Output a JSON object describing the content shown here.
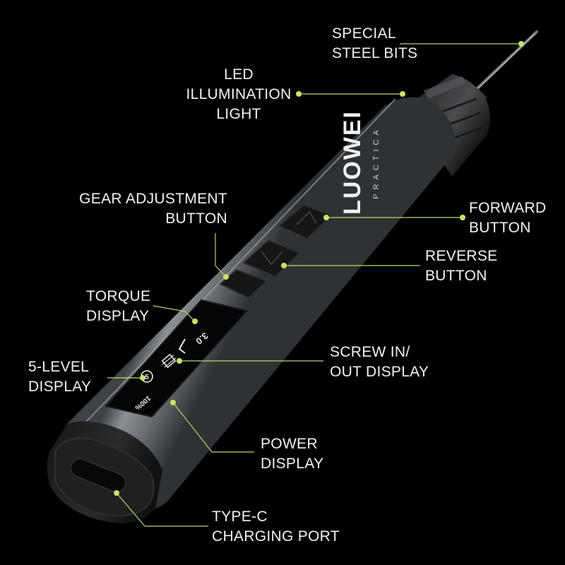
{
  "brand": {
    "name": "LUOWEI",
    "subtitle": "PRACTICA"
  },
  "screen": {
    "torque_value": "3.0",
    "power_value": "100%",
    "gear_level": "5"
  },
  "labels": {
    "special_steel_bits": [
      "SPECIAL",
      "STEEL BITS"
    ],
    "led_illumination_light": [
      "LED",
      "ILLUMINATION",
      "LIGHT"
    ],
    "gear_adjustment_button": [
      "GEAR ADJUSTMENT",
      "BUTTON"
    ],
    "forward_button": [
      "FORWARD",
      "BUTTON"
    ],
    "reverse_button": [
      "REVERSE",
      "BUTTON"
    ],
    "torque_display": [
      "TORQUE",
      "DISPLAY"
    ],
    "screw_in_out_display": [
      "SCREW IN/",
      "OUT DISPLAY"
    ],
    "five_level_display": [
      "5-LEVEL",
      "DISPLAY"
    ],
    "power_display": [
      "POWER",
      "DISPLAY"
    ],
    "type_c_charging_port": [
      "TYPE-C",
      "CHARGING PORT"
    ]
  },
  "colors": {
    "background": "#000000",
    "leader_line": "#b7d86b",
    "dot": "#c6e46a",
    "body": "#6f7276",
    "text": "#f2f2f2"
  }
}
